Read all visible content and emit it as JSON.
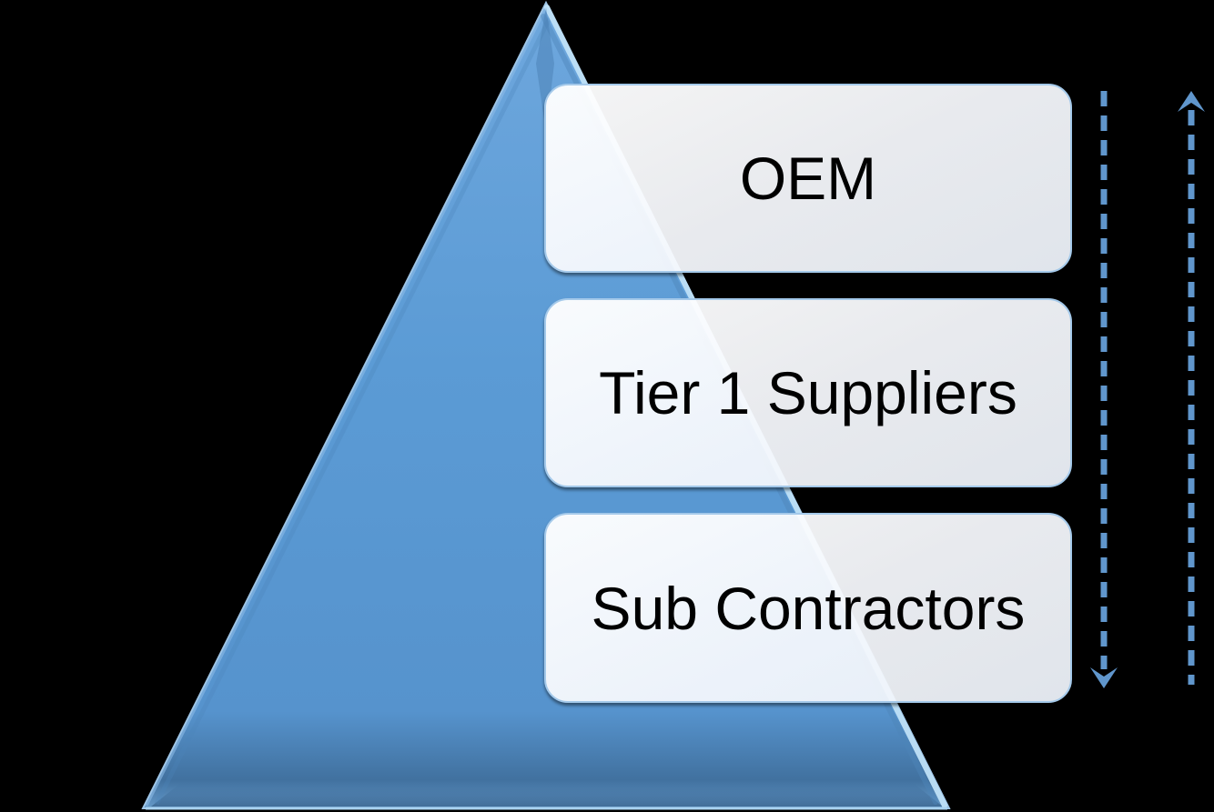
{
  "diagram": {
    "type": "pyramid-hierarchy",
    "levels": [
      {
        "label": "OEM"
      },
      {
        "label": "Tier 1 Suppliers"
      },
      {
        "label": "Sub Contractors"
      }
    ],
    "arrows": [
      {
        "name": "down-arrow",
        "direction": "down",
        "style": "dashed"
      },
      {
        "name": "up-arrow",
        "direction": "up",
        "style": "dashed"
      }
    ]
  },
  "colors": {
    "bg": "#000000",
    "pyramid": "#5b9bd5",
    "pyramid-edge": "#9fc6e8",
    "pyramid-highlight": "#bfe0f7",
    "pyramid-shadow": "#4d84b8",
    "arrow": "#6096cc",
    "box-border": "#a4c9ea",
    "text": "#000000"
  }
}
